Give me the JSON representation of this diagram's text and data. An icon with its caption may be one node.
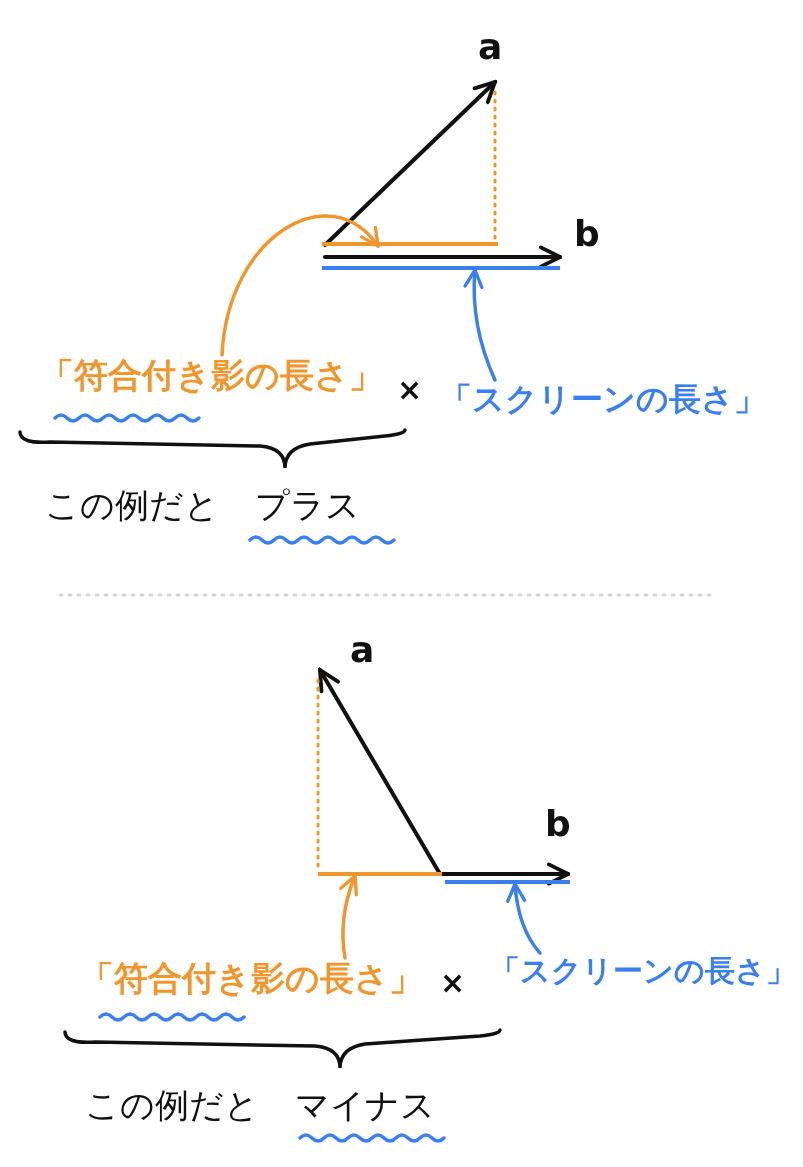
{
  "diagram": {
    "nodes": [
      {
        "text": [
          "「符合付き影の長さ」"
        ]
      },
      {
        "text": [],
        "shape": "bar"
      },
      {
        "text": [
          "「スクリーンの長さ」"
        ]
      },
      {
        "text": [],
        "shape": "bar"
      },
      {
        "text": [
          "「符合付き影の長さ」"
        ]
      },
      {
        "text": [],
        "shape": "bar"
      },
      {
        "text": [
          "「スクリーンの長さ」"
        ]
      },
      {
        "text": [],
        "shape": "bar"
      }
    ],
    "edges": [
      {
        "from": 0,
        "to": 1,
        "arrow": "to",
        "color": "#f0962e"
      },
      {
        "from": 2,
        "to": 3,
        "arrow": "to",
        "color": "#3a7ff0"
      },
      {
        "from": 4,
        "to": 5,
        "arrow": "to",
        "color": "#f0962e"
      },
      {
        "from": 6,
        "to": 7,
        "arrow": "to",
        "color": "#3a7ff0"
      }
    ],
    "labels": [
      "a",
      "b",
      "×",
      "この例だと",
      "プラス",
      "a",
      "b",
      "×",
      "この例だと",
      "マイナス"
    ]
  }
}
